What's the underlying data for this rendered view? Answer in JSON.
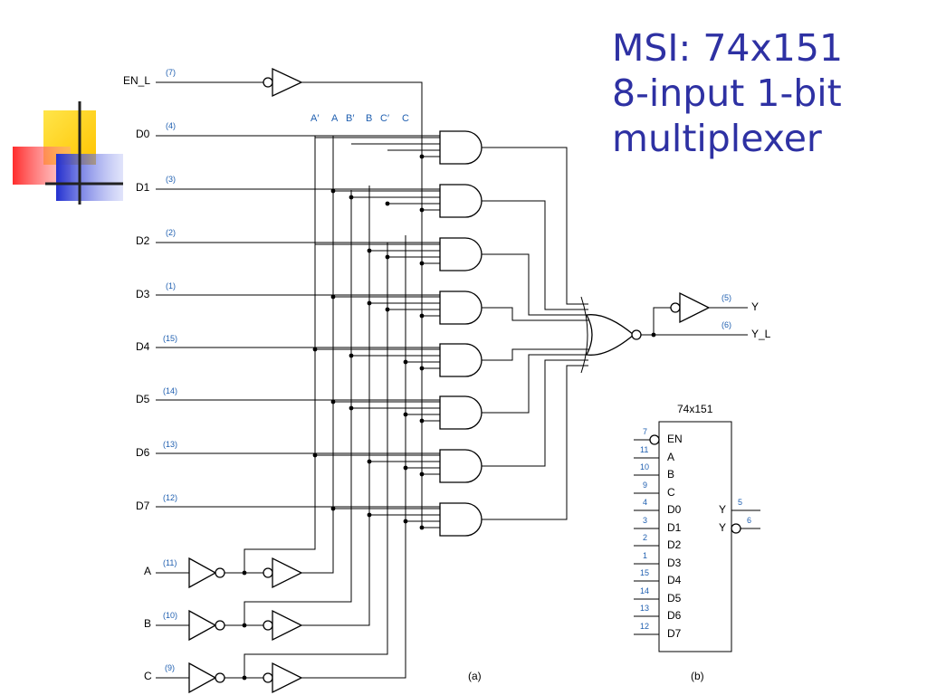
{
  "title": {
    "line1": "MSI: 74x151",
    "line2": "8-input 1-bit",
    "line3": "multiplexer"
  },
  "enable": {
    "label": "EN_L",
    "pin": "(7)"
  },
  "data_inputs": [
    {
      "label": "D0",
      "pin": "(4)"
    },
    {
      "label": "D1",
      "pin": "(3)"
    },
    {
      "label": "D2",
      "pin": "(2)"
    },
    {
      "label": "D3",
      "pin": "(1)"
    },
    {
      "label": "D4",
      "pin": "(15)"
    },
    {
      "label": "D5",
      "pin": "(14)"
    },
    {
      "label": "D6",
      "pin": "(13)"
    },
    {
      "label": "D7",
      "pin": "(12)"
    }
  ],
  "select_inputs": [
    {
      "label": "A",
      "pin": "(11)"
    },
    {
      "label": "B",
      "pin": "(10)"
    },
    {
      "label": "C",
      "pin": "(9)"
    }
  ],
  "select_header": [
    "A′",
    "A",
    "B′",
    "B",
    "C′",
    "C"
  ],
  "outputs": [
    {
      "label": "Y",
      "pin": "(5)"
    },
    {
      "label": "Y_L",
      "pin": "(6)"
    }
  ],
  "caption_a": "(a)",
  "caption_b": "(b)",
  "block": {
    "name": "74x151",
    "inputs": [
      {
        "label": "EN",
        "pin": "7",
        "inverted": true
      },
      {
        "label": "A",
        "pin": "11"
      },
      {
        "label": "B",
        "pin": "10"
      },
      {
        "label": "C",
        "pin": "9"
      },
      {
        "label": "D0",
        "pin": "4"
      },
      {
        "label": "D1",
        "pin": "3"
      },
      {
        "label": "D2",
        "pin": "2"
      },
      {
        "label": "D3",
        "pin": "1"
      },
      {
        "label": "D4",
        "pin": "15"
      },
      {
        "label": "D5",
        "pin": "14"
      },
      {
        "label": "D6",
        "pin": "13"
      },
      {
        "label": "D7",
        "pin": "12"
      }
    ],
    "outputs": [
      {
        "label": "Y",
        "pin": "5",
        "inverted": false
      },
      {
        "label": "Y",
        "pin": "6",
        "inverted": true
      }
    ]
  },
  "colors": {
    "title": "#2e31a3",
    "pin_text": "#1f5fb0",
    "deco_yellow": "#ffd400",
    "deco_red": "#ff3b3b",
    "deco_blue": "#2d3bd6"
  }
}
